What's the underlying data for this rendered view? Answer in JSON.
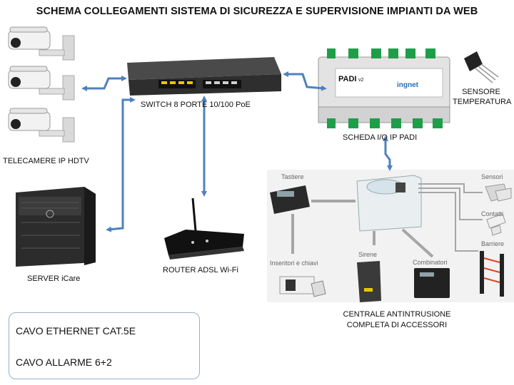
{
  "title": "SCHEMA COLLEGAMENTI SISTEMA DI SICUREZZA E SUPERVISIONE IMPIANTI DA WEB",
  "nodes": {
    "cameras": "TELECAMERE IP HDTV",
    "switch": "SWITCH 8 PORTE 10/100 PoE",
    "padi": "SCHEDA I/O IP PADI",
    "sensor_line1": "SENSORE",
    "sensor_line2": "TEMPERATURA",
    "server": "SERVER iCare",
    "router": "ROUTER ADSL Wi-Fi",
    "central_line1": "CENTRALE ANTINTRUSIONE",
    "central_line2": "COMPLETA DI ACCESSORI"
  },
  "panel_labels": {
    "tastiere": "Tastiere",
    "sensori": "Sensori",
    "contatti": "Contatti",
    "barriere": "Barriere",
    "inseritori": "Inseritori e chiavi",
    "sirene": "Sirene",
    "combinatori": "Combinatori"
  },
  "device_text": {
    "padi_brand": "PADI",
    "padi_version": "v2",
    "ingnet": "ingnet"
  },
  "legend": {
    "ethernet": "CAVO ETHERNET CAT.5E",
    "alarm": "CAVO ALLARME 6+2"
  },
  "colors": {
    "ethernet": "#4f81bd",
    "alarm": "#a6a6a6",
    "legend_border": "#9bb0c8"
  }
}
